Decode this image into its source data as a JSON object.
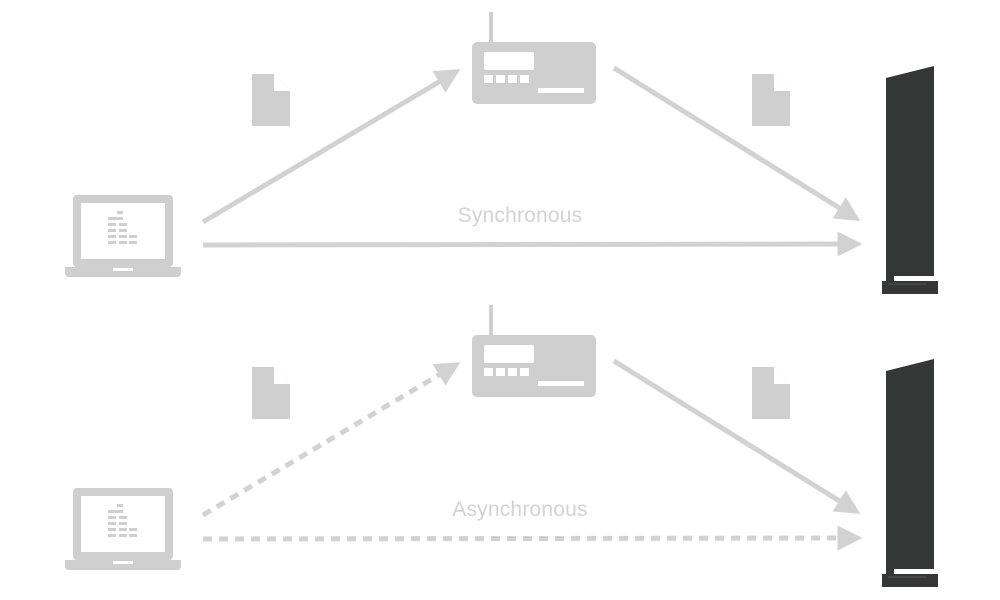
{
  "diagram": {
    "colors": {
      "device": "#cfcfcf",
      "flow": "#d2d2d2",
      "label": "#d3d3d3",
      "tower": "#353636"
    },
    "icons": [
      "laptop-icon",
      "router-icon",
      "document-icon",
      "server-tower-icon",
      "arrow-icon"
    ],
    "panels": [
      {
        "label": "Synchronous",
        "line_style": "solid"
      },
      {
        "label": "Asynchronous",
        "line_style": "dashed"
      }
    ]
  }
}
